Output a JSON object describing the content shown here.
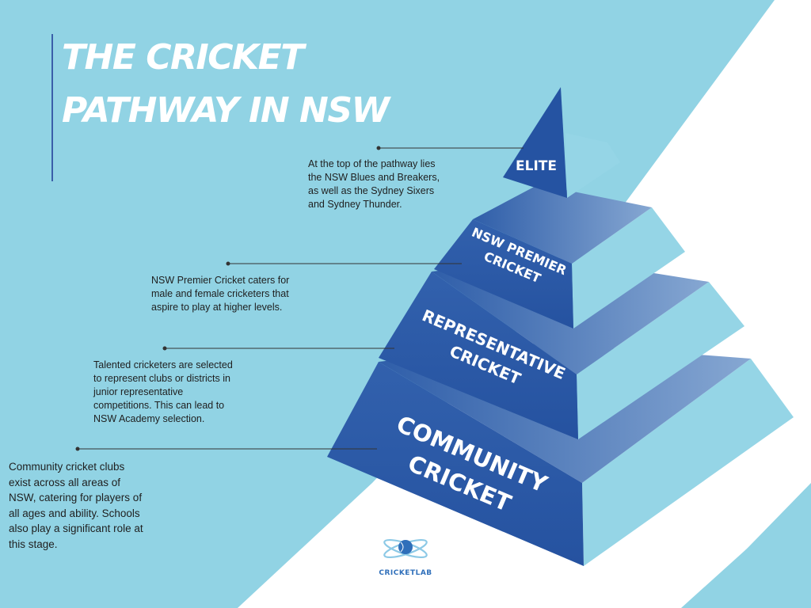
{
  "title": {
    "line1": "THE CRICKET",
    "line2": "PATHWAY IN NSW"
  },
  "levels": [
    {
      "label_lines": [
        "ELITE"
      ],
      "description": "At the top of the pathway lies the NSW Blues and Breakers, as well as the Sydney Sixers and Sydney Thunder."
    },
    {
      "label_lines": [
        "NSW PREMIER",
        "CRICKET"
      ],
      "description": "NSW Premier Cricket caters for male and female cricketers that aspire to play at higher levels."
    },
    {
      "label_lines": [
        "REPRESENTATIVE",
        "CRICKET"
      ],
      "description": "Talented cricketers are selected to represent clubs or districts in junior representative competitions. This can lead to NSW Academy selection."
    },
    {
      "label_lines": [
        "COMMUNITY",
        "CRICKET"
      ],
      "description": "Community cricket clubs exist across all areas of NSW, catering for players of all ages and ability. Schools also play a significant role at this stage."
    }
  ],
  "brand": {
    "name": "CRICKETLAB",
    "logo_icon": "cricket-ball-orbit-logo"
  },
  "colors": {
    "background": "#91d3e4",
    "white_band": "#ffffff",
    "pyramid_front": "#2a58a6",
    "pyramid_side_light": "#7c9ece",
    "pyramid_ledge": "#95d5e6",
    "leader_line": "#333333"
  }
}
